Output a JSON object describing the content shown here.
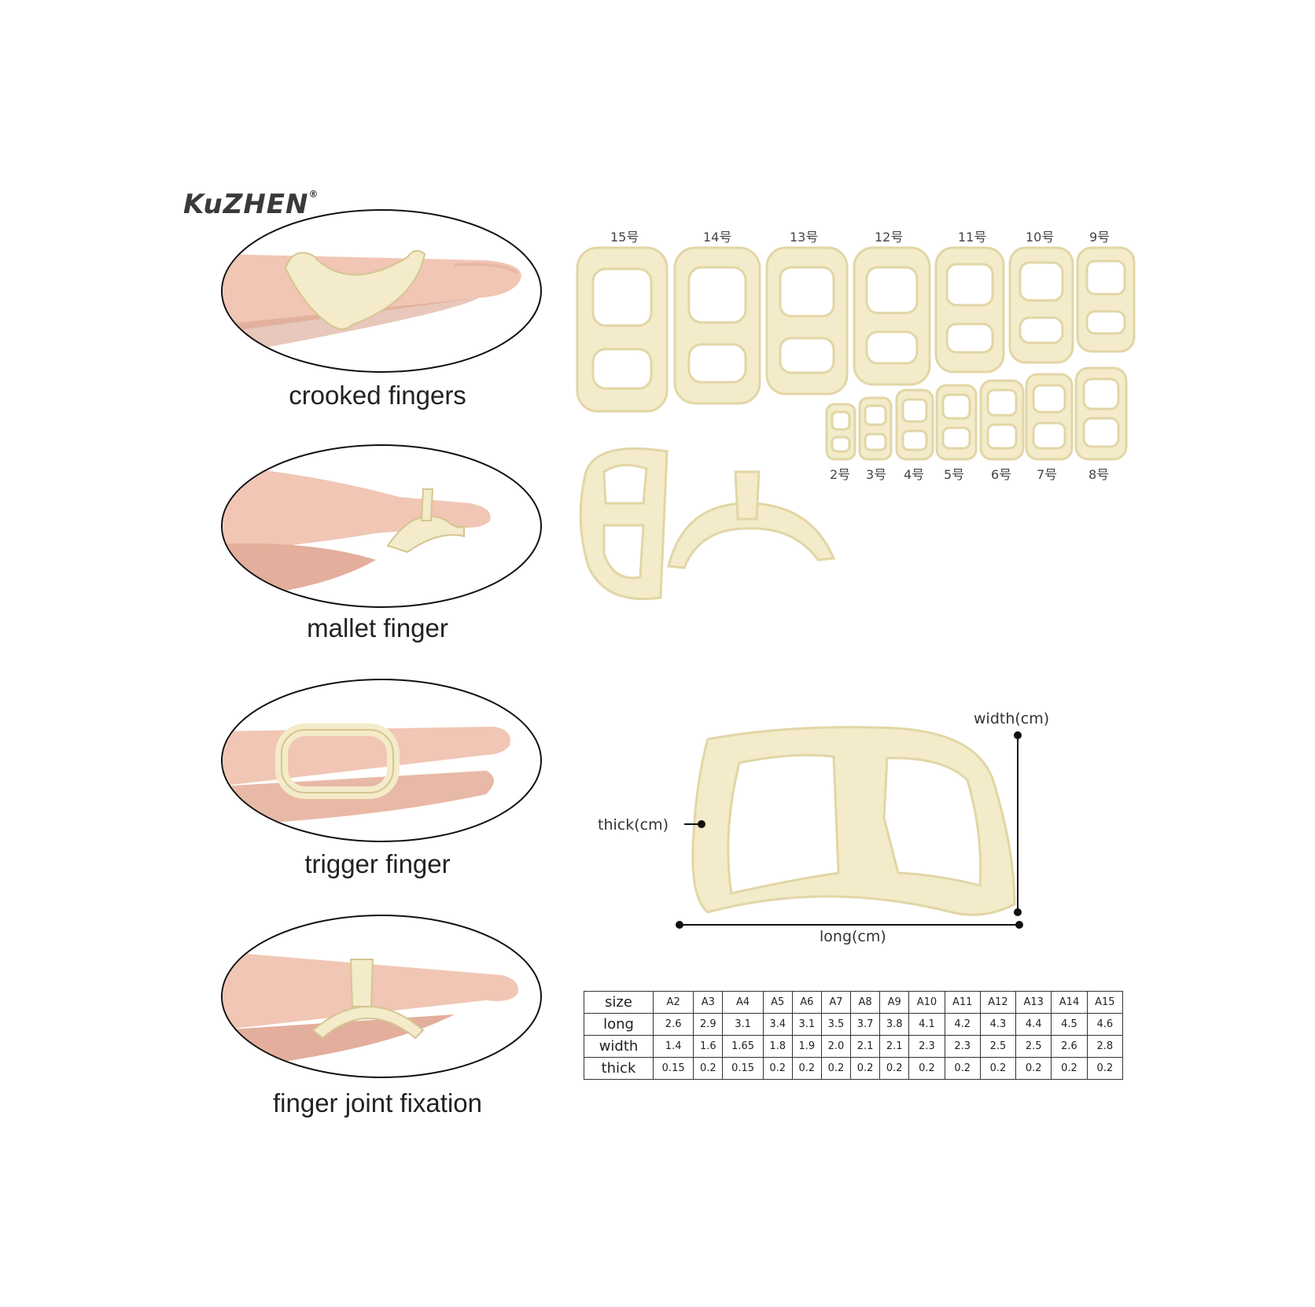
{
  "brand": {
    "name": "KuZHEN",
    "mark": "®"
  },
  "use_cases": [
    {
      "caption": "crooked fingers"
    },
    {
      "caption": "mallet finger"
    },
    {
      "caption": "trigger finger"
    },
    {
      "caption": "finger joint fixation"
    }
  ],
  "size_labels_top": [
    "15号",
    "14号",
    "13号",
    "12号",
    "11号",
    "10号",
    "9号"
  ],
  "size_labels_bottom": [
    "2号",
    "3号",
    "4号",
    "5号",
    "6号",
    "7号",
    "8号"
  ],
  "dimensions": {
    "width": "width(cm)",
    "thick": "thick(cm)",
    "long": "long(cm)"
  },
  "size_table": {
    "header": [
      "size",
      "A2",
      "A3",
      "A4",
      "A5",
      "A6",
      "A7",
      "A8",
      "A9",
      "A10",
      "A11",
      "A12",
      "A13",
      "A14",
      "A15"
    ],
    "rows": [
      [
        "long",
        "2.6",
        "2.9",
        "3.1",
        "3.4",
        "3.1",
        "3.5",
        "3.7",
        "3.8",
        "4.1",
        "4.2",
        "4.3",
        "4.4",
        "4.5",
        "4.6"
      ],
      [
        "width",
        "1.4",
        "1.6",
        "1.65",
        "1.8",
        "1.9",
        "2.0",
        "2.1",
        "2.1",
        "2.3",
        "2.3",
        "2.5",
        "2.5",
        "2.6",
        "2.8"
      ],
      [
        "thick",
        "0.15",
        "0.2",
        "0.15",
        "0.2",
        "0.2",
        "0.2",
        "0.2",
        "0.2",
        "0.2",
        "0.2",
        "0.2",
        "0.2",
        "0.2",
        "0.2"
      ]
    ]
  },
  "colors": {
    "splint": "#f3ebc9",
    "splint_edge": "#e2d6a6",
    "skin": "#f1c6b4",
    "skin_shadow": "#d9a390"
  }
}
